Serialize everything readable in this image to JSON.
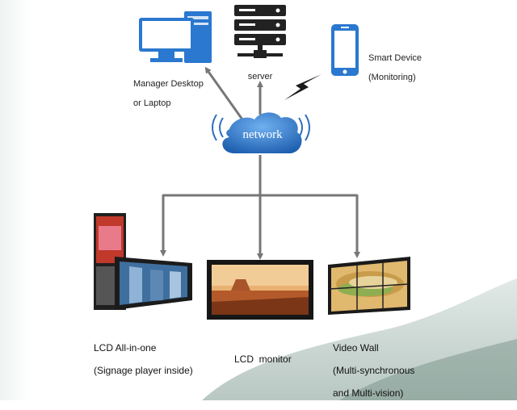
{
  "nodes": {
    "manager": {
      "line1": "Manager Desktop",
      "line2": "or Laptop"
    },
    "server": {
      "label": "server"
    },
    "smart_device": {
      "line1": "Smart Device",
      "line2": "(Monitoring)"
    },
    "network": {
      "label": "network"
    },
    "lcd_all_in_one": {
      "line1": "LCD All-in-one",
      "line2": "(Signage player inside)"
    },
    "lcd_monitor": {
      "line1": "LCD  monitor"
    },
    "video_wall": {
      "line1": "Video Wall",
      "line2": "(Multi-synchronous",
      "line3": "and Multi-vision)"
    }
  },
  "colors": {
    "arrow": "#777777",
    "cloud": "#2f6fc0",
    "device_blue": "#1f75d0",
    "wireless": "#222222"
  }
}
